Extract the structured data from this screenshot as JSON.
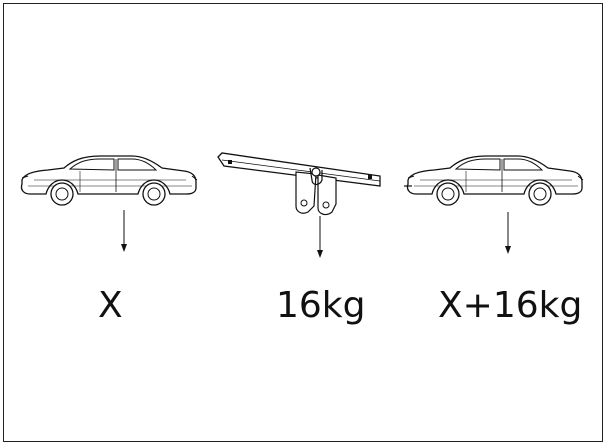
{
  "labels": {
    "car_weight": "X",
    "hitch_weight": "16kg",
    "total_weight": "X+16kg"
  },
  "icons": [
    "car-icon",
    "tow-bar-icon",
    "car-with-tow-bar-icon",
    "down-arrow-icon"
  ],
  "colors": {
    "ink": "#111111",
    "background": "#ffffff"
  }
}
